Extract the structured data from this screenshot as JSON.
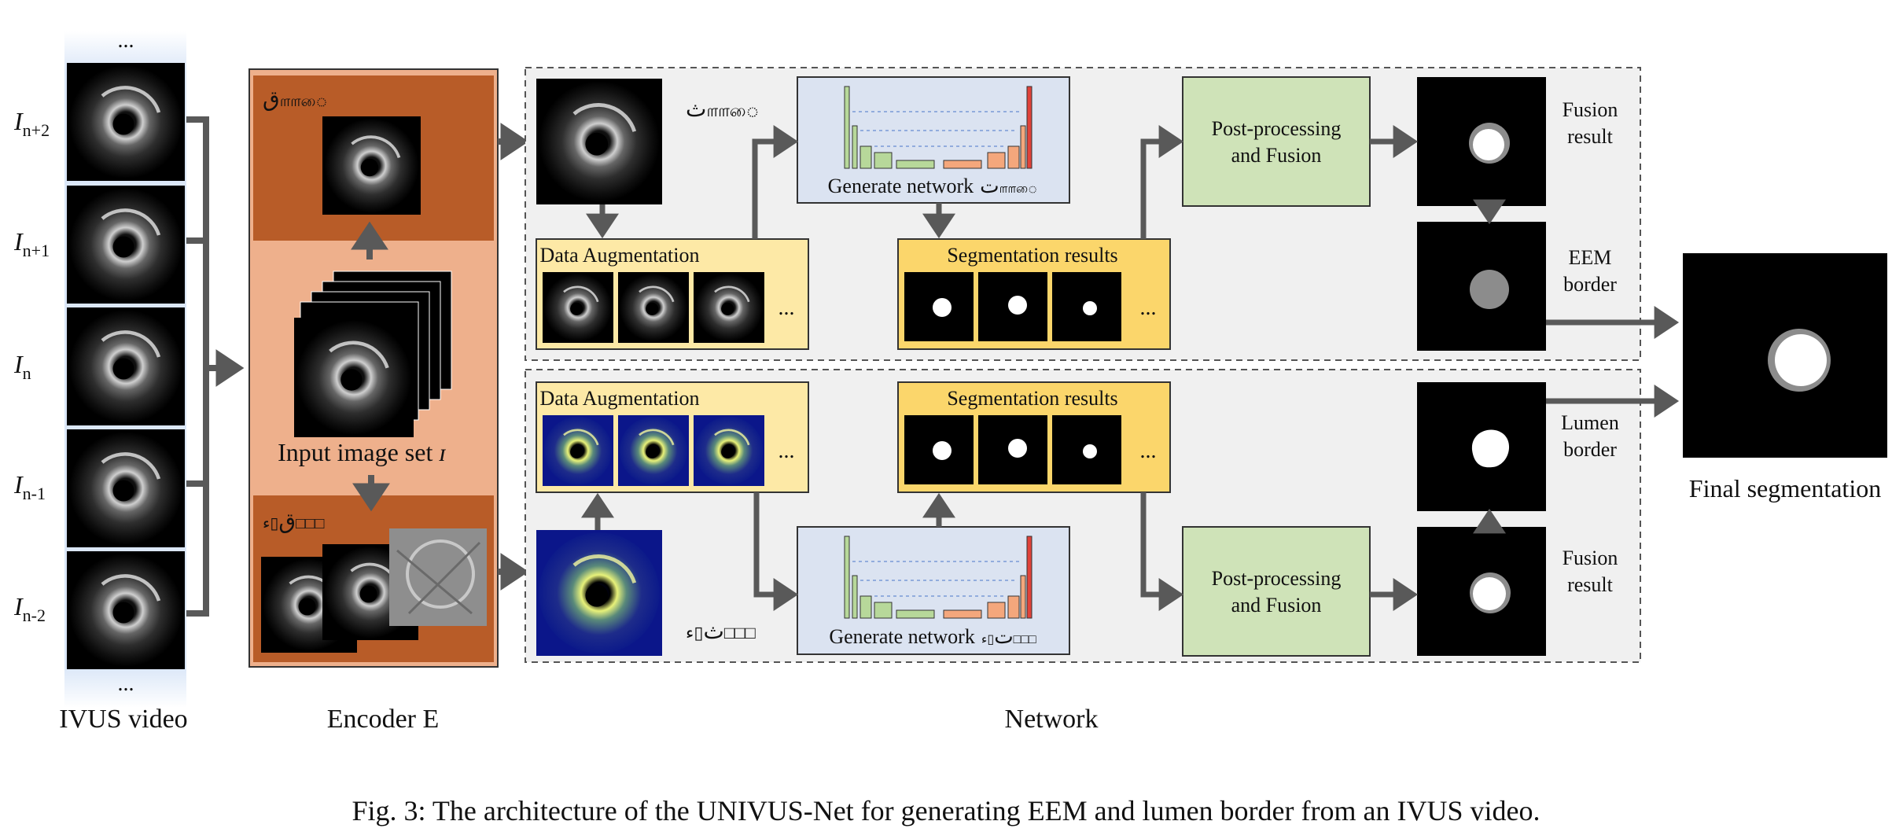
{
  "caption": "Fig. 3: The architecture of the UNIVUS-Net for generating EEM and lumen border from an IVUS video.",
  "ivus": {
    "title": "IVUS video",
    "frames": [
      {
        "label": "I",
        "sub": "n+2"
      },
      {
        "label": "I",
        "sub": "n+1"
      },
      {
        "label": "I",
        "sub": "n"
      },
      {
        "label": "I",
        "sub": "n-1"
      },
      {
        "label": "I",
        "sub": "n-2"
      }
    ],
    "ellipsis_top": "...",
    "ellipsis_bottom": "..."
  },
  "encoder": {
    "title": "Encoder E",
    "input_label": "Input image set",
    "input_symbol": "ɪ",
    "top_symbol": "ق",
    "top_sub": "௱௱ை",
    "bottom_symbol": "ق",
    "bottom_sub": "▯ء□□□"
  },
  "network": {
    "title": "Network",
    "top": {
      "input_symbol": "ث",
      "input_sub": "௱௱ை",
      "data_aug_label": "Data Augmentation",
      "generate_label": "Generate network",
      "generate_symbol": "ت",
      "generate_sub": "௱௱ை",
      "seg_label": "Segmentation results",
      "post_label_1": "Post-processing",
      "post_label_2": "and Fusion",
      "fusion_label_1": "Fusion",
      "fusion_label_2": "result",
      "border_label_1": "EEM",
      "border_label_2": "border",
      "ellipsis": "..."
    },
    "bottom": {
      "input_symbol": "ث",
      "input_sub": "▯ء□□□",
      "data_aug_label": "Data Augmentation",
      "generate_label": "Generate network",
      "generate_symbol": "ت",
      "generate_sub": "▯ء□□□",
      "seg_label": "Segmentation results",
      "post_label_1": "Post-processing",
      "post_label_2": "and Fusion",
      "fusion_label_1": "Fusion",
      "fusion_label_2": "result",
      "border_label_1": "Lumen",
      "border_label_2": "border",
      "ellipsis": "..."
    }
  },
  "final": {
    "label": "Final segmentation"
  },
  "colors": {
    "encoder_fill": "#eeb08c",
    "encoder_band": "#b85c28",
    "dashed_panel": "#f0f0f0",
    "data_aug_fill": "#fde9a6",
    "seg_fill": "#fbd66b",
    "generate_fill": "#dbe3f1",
    "post_fill": "#cfe3b8",
    "arrow": "#595959"
  }
}
